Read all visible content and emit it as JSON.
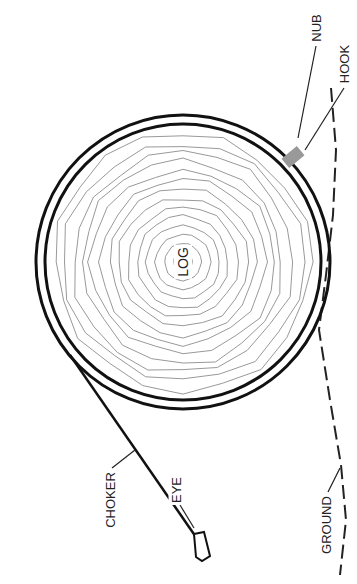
{
  "diagram": {
    "nodes": [
      {
        "text": [
          "LOG"
        ]
      }
    ],
    "labels": [
      "NUB",
      "HOOK",
      "CHOKER",
      "EYE",
      "GROUND"
    ]
  }
}
